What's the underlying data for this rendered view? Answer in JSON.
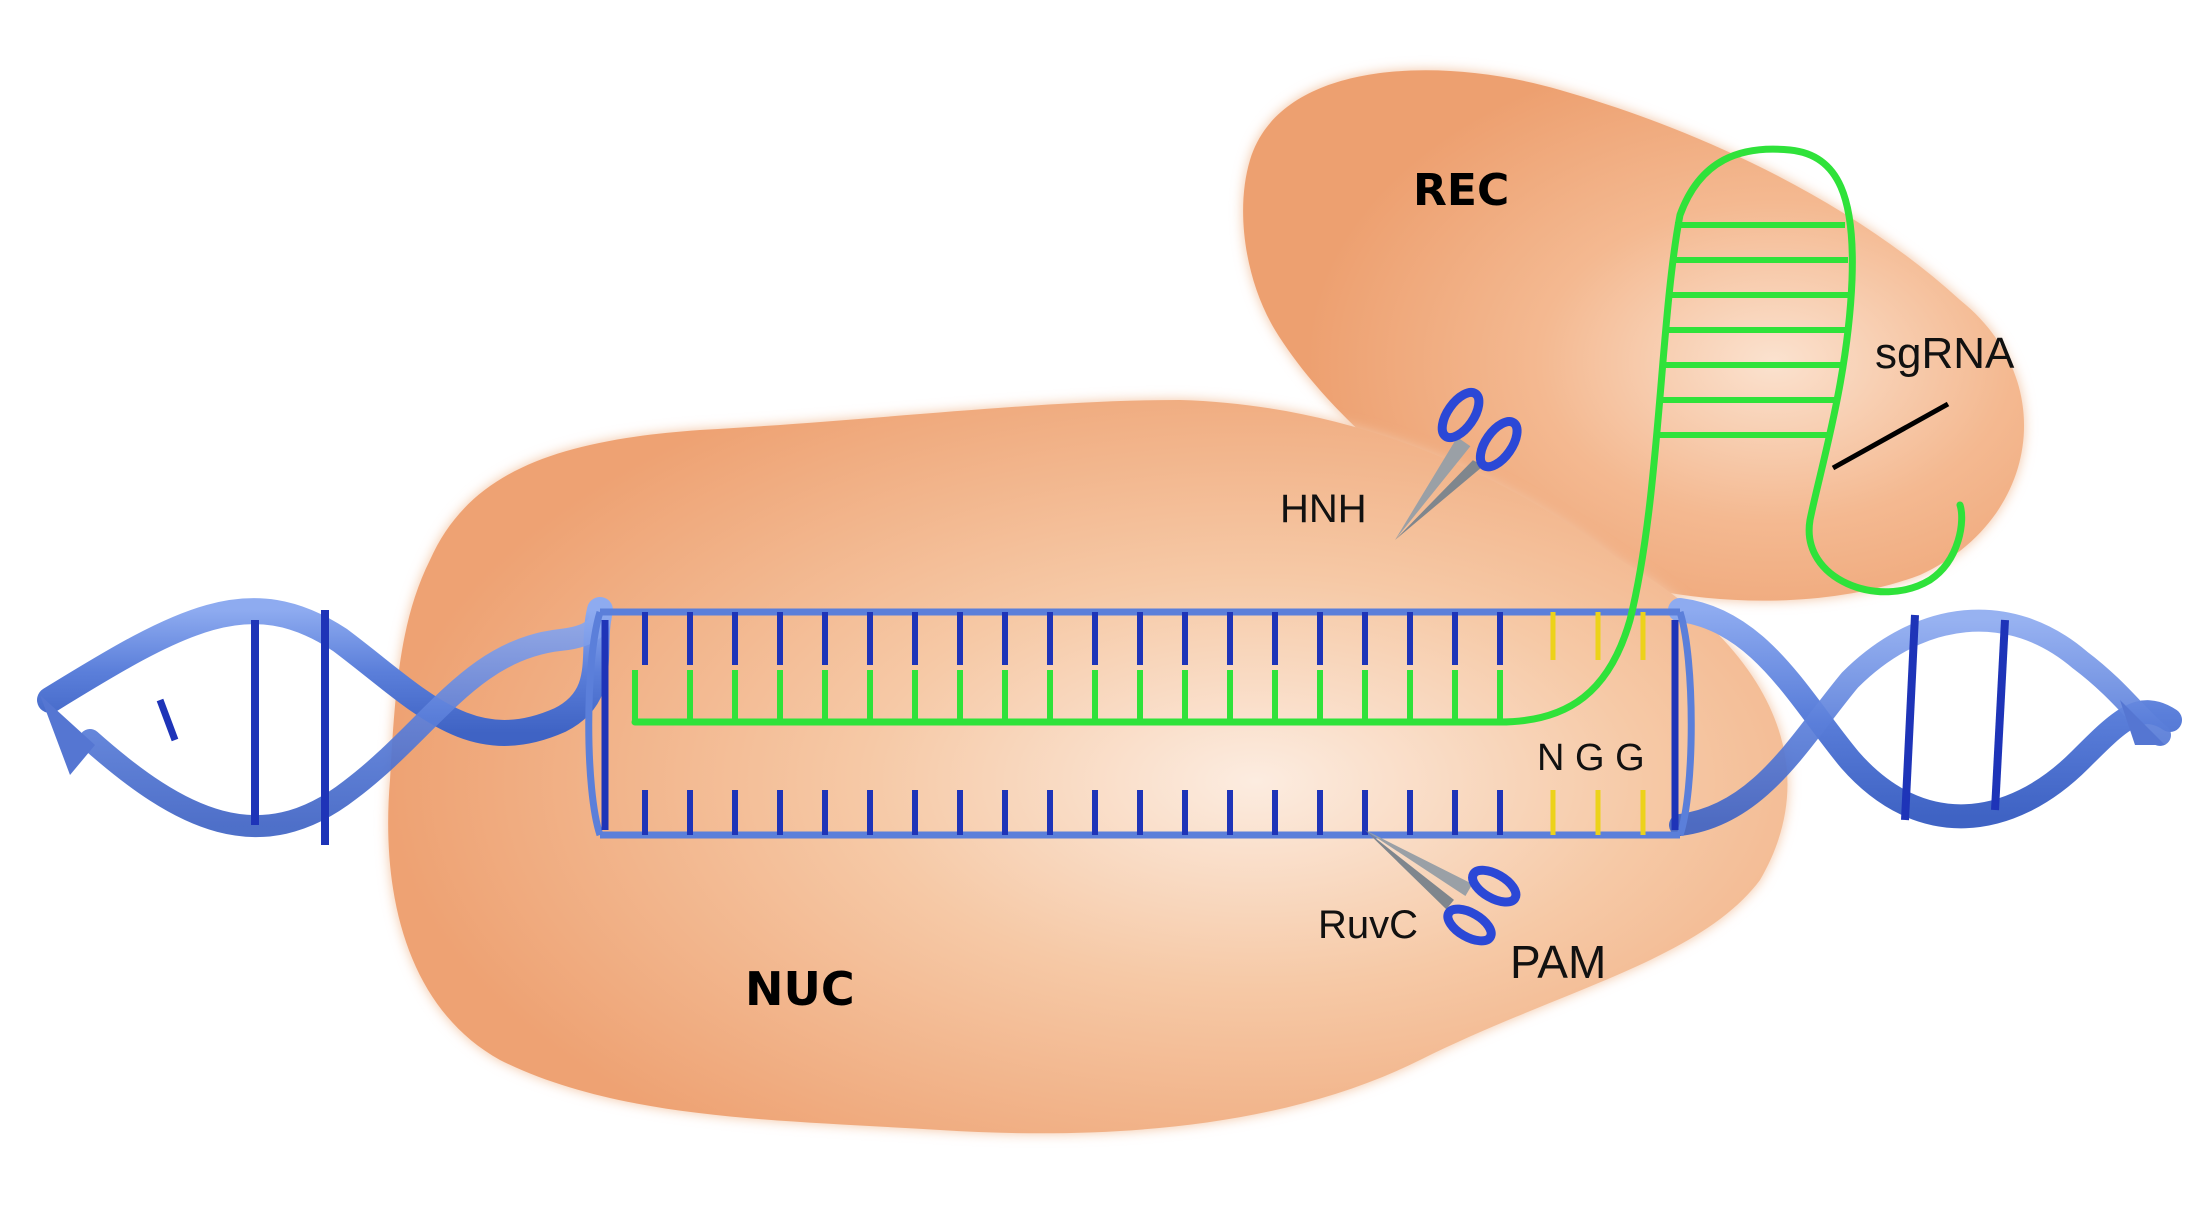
{
  "labels": {
    "rec": "REC",
    "nuc": "NUC",
    "sgrna": "sgRNA",
    "hnh": "HNH",
    "ruvc": "RuvC",
    "pam": "PAM",
    "ngg": "N G G"
  },
  "colors": {
    "protein": "#f0a878",
    "protein_light": "#fbe6d6",
    "dna_backbone": "#6a8fe0",
    "dna_base": "#1e34b8",
    "rna": "#2fe23a",
    "pam_base": "#ecd21a",
    "scissor_handle": "#2b48d6",
    "scissor_blade": "#9aa0a6"
  },
  "icons": [
    "scissors-hnh-icon",
    "scissors-ruvc-icon"
  ]
}
